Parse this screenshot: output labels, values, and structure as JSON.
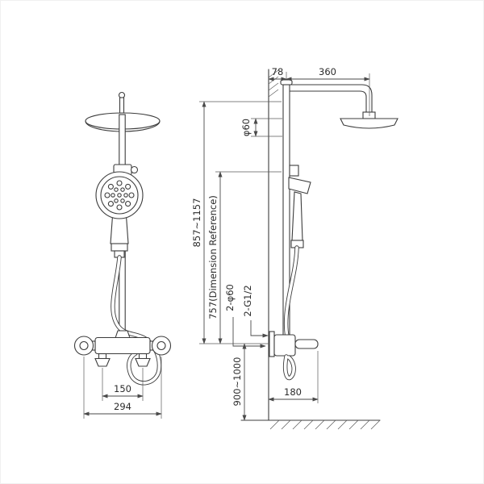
{
  "colors": {
    "line": "#3c3c3c",
    "background": "#ffffff"
  },
  "dims": {
    "wall_offset": "78",
    "arm_length": "360",
    "pipe_diameter": "φ60",
    "overall_height": "857~1157",
    "reference_height": "757(Dimension Reference)",
    "cover_plate": "2-φ60",
    "inlet_thread": "2-G1/2",
    "install_height": "900~1000",
    "inlet_spacing": "150",
    "valve_width": "294",
    "spout_reach": "180"
  }
}
